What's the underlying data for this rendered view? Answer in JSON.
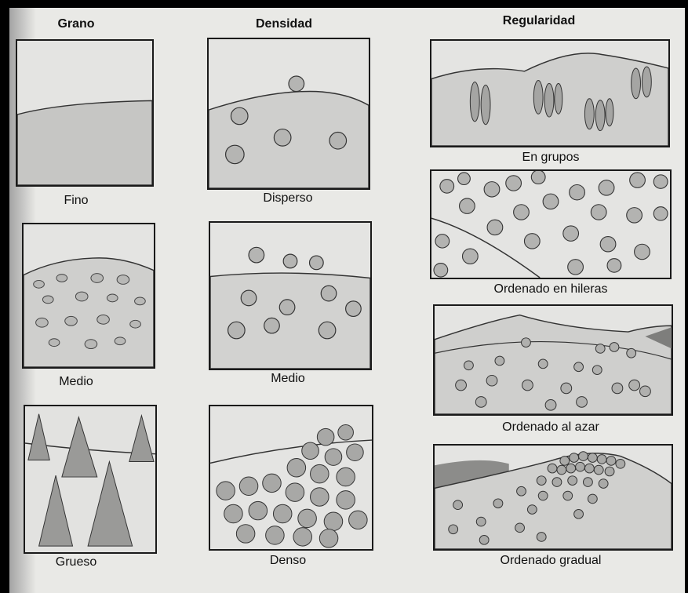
{
  "columns": {
    "grain": "Grano",
    "density": "Densidad",
    "regularity": "Regularidad"
  },
  "captions": {
    "fine": "Fino",
    "medium_grain": "Medio",
    "coarse": "Grueso",
    "dispersed": "Disperso",
    "medium_density": "Medio",
    "dense": "Denso",
    "groups": "En grupos",
    "rows": "Ordenado en hileras",
    "random": "Ordenado al azar",
    "gradual": "Ordenado gradual"
  }
}
